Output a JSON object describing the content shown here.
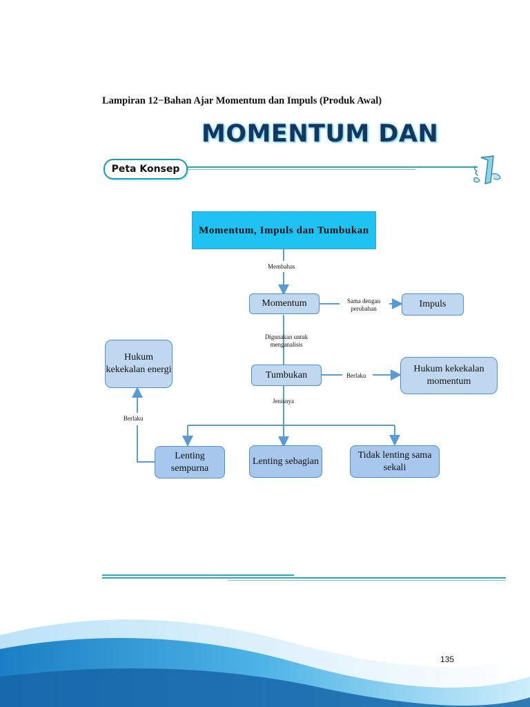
{
  "caption": "Lampiran 12−Bahan Ajar Momentum dan Impuls (Produk Awal)",
  "banner_title": "MOMENTUM DAN",
  "section_pill": "Peta Konsep",
  "concept_map": {
    "root": "Momentum, Impuls dan Tumbukan",
    "link_membahas": "Membahas",
    "momentum": "Momentum",
    "link_sama_line1": "Sama dengan",
    "link_sama_line2": "perubahan",
    "impuls": "Impuls",
    "link_digunakan_line1": "Digunakan untuk",
    "link_digunakan_line2": "menganalisis",
    "tumbukan": "Tumbukan",
    "link_berlaku_right": "Berlaku",
    "hukum_momentum": "Hukum kekekalan momentum",
    "hukum_energi": "Hukum kekekalan energi",
    "link_jenisnya": "Jenisnya",
    "link_berlaku_left": "Berlaku",
    "lenting_sempurna": "Lenting sempurna",
    "lenting_sebagian": "Lenting sebagian",
    "tidak_lenting": "Tidak lenting sama sekali"
  },
  "page_number": "135",
  "colors": {
    "root_fill": "#1ec3f4",
    "node_fill": "#bfd7ef",
    "node_border": "#4a8fd0",
    "arrow": "#5b9bd5",
    "accent_teal": "#2aa8b8",
    "title_navy": "#17365d"
  }
}
